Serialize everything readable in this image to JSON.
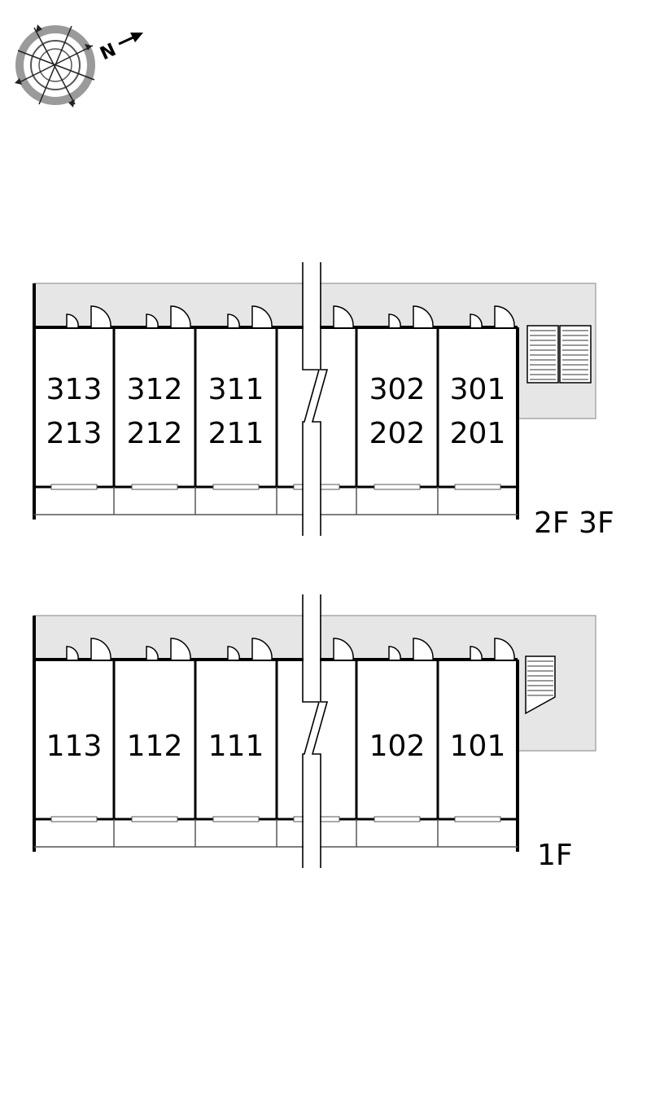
{
  "compass": {
    "icon": "compass-rose-icon",
    "north_label": "N"
  },
  "floors": [
    {
      "id": "upper",
      "label": "2F 3F",
      "units": [
        [
          "313",
          "213"
        ],
        [
          "312",
          "212"
        ],
        [
          "311",
          "211"
        ],
        [
          "302",
          "202"
        ],
        [
          "301",
          "201"
        ]
      ]
    },
    {
      "id": "ground",
      "label": "1F",
      "units": [
        [
          "113"
        ],
        [
          "112"
        ],
        [
          "111"
        ],
        [
          "102"
        ],
        [
          "101"
        ]
      ]
    }
  ],
  "colors": {
    "corridor": "#e6e6e6",
    "wall": "#000000",
    "line": "#555555"
  }
}
